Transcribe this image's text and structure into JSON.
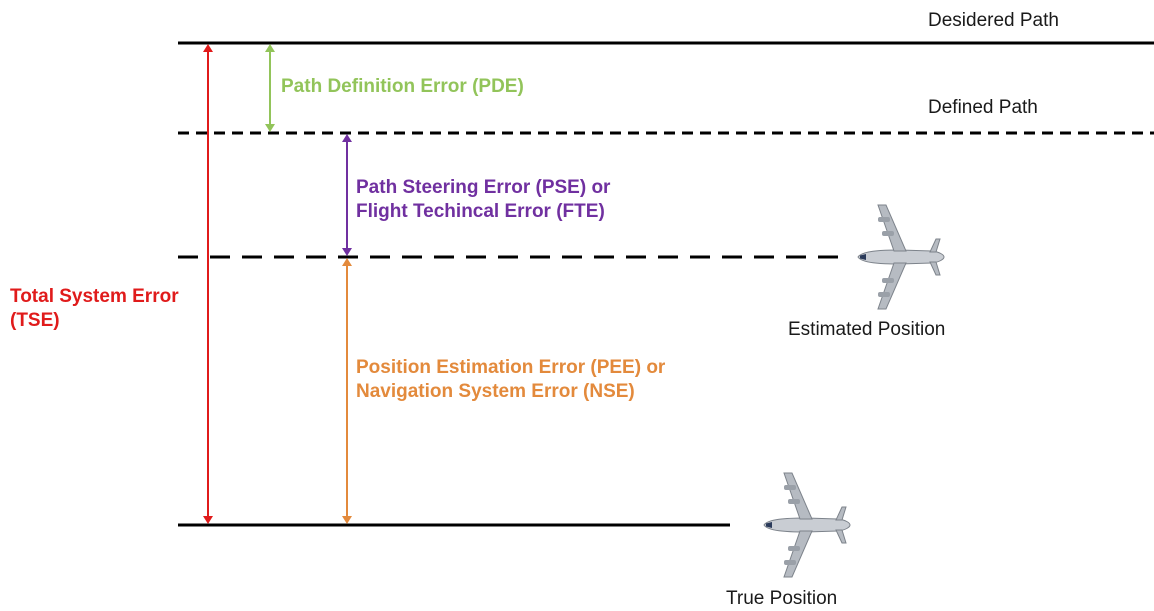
{
  "paths": {
    "desired": "Desidered Path",
    "defined": "Defined Path"
  },
  "positions": {
    "estimated": "Estimated Position",
    "true": "True Position"
  },
  "errors": {
    "pde": {
      "line1": "Path Definition Error (PDE)",
      "color": "#92c45a"
    },
    "pse": {
      "line1": "Path Steering Error (PSE) or",
      "line2": "Flight Techincal Error (FTE)",
      "color": "#7030a0"
    },
    "pee": {
      "line1": "Position Estimation Error (PEE) or",
      "line2": "Navigation System Error (NSE)",
      "color": "#e38a3c"
    },
    "tse": {
      "line1": "Total System Error",
      "line2": "(TSE)",
      "color": "#e01b1b"
    }
  },
  "icons": {
    "estimated_aircraft": "airplane-icon",
    "true_aircraft": "airplane-icon"
  }
}
